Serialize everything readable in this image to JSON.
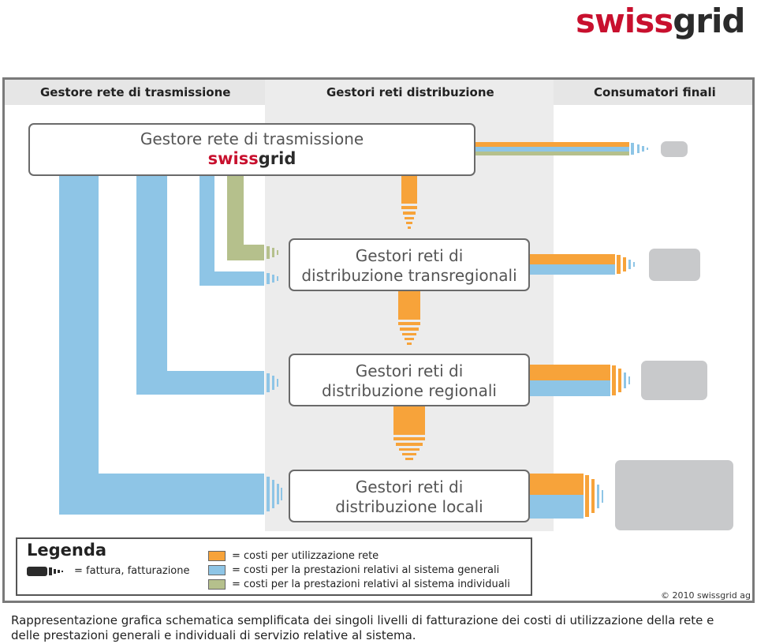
{
  "logo": {
    "swiss": "swiss",
    "grid": "grid"
  },
  "columns": {
    "transmission": "Gestore rete di trasmissione",
    "distribution": "Gestori reti distribuzione",
    "consumers": "Consumatori finali"
  },
  "boxes": {
    "tso_title": "Gestore rete di trasmissione",
    "tso_brand_swiss": "swiss",
    "tso_brand_grid": "grid",
    "trans_line1": "Gestori reti di",
    "trans_line2": "distribuzione transregionali",
    "reg_line1": "Gestori reti di",
    "reg_line2": "distribuzione regionali",
    "loc_line1": "Gestori reti di",
    "loc_line2": "distribuzione locali"
  },
  "legend": {
    "title": "Legenda",
    "invoice": "= fattura, fatturazione",
    "items": [
      {
        "label": "= costi per utilizzazione rete",
        "color": "#f7a33a"
      },
      {
        "label": "= costi per la prestazioni relativi al sistema generali",
        "color": "#8ec5e6"
      },
      {
        "label": "= costi per la prestazioni relativi al sistema individuali",
        "color": "#b5c08c"
      }
    ]
  },
  "colors": {
    "network": "#f7a33a",
    "general": "#8ec5e6",
    "individual": "#b5c08c",
    "brand_red": "#c8102e",
    "consumer": "#c8c9cb"
  },
  "copyright": "© 2010 swissgrid ag",
  "caption": "Rappresentazione grafica schematica semplificata dei singoli livelli di fatturazione dei costi di utilizzazione della rete e delle prestazioni generali e individuali di servizio relative al sistema."
}
